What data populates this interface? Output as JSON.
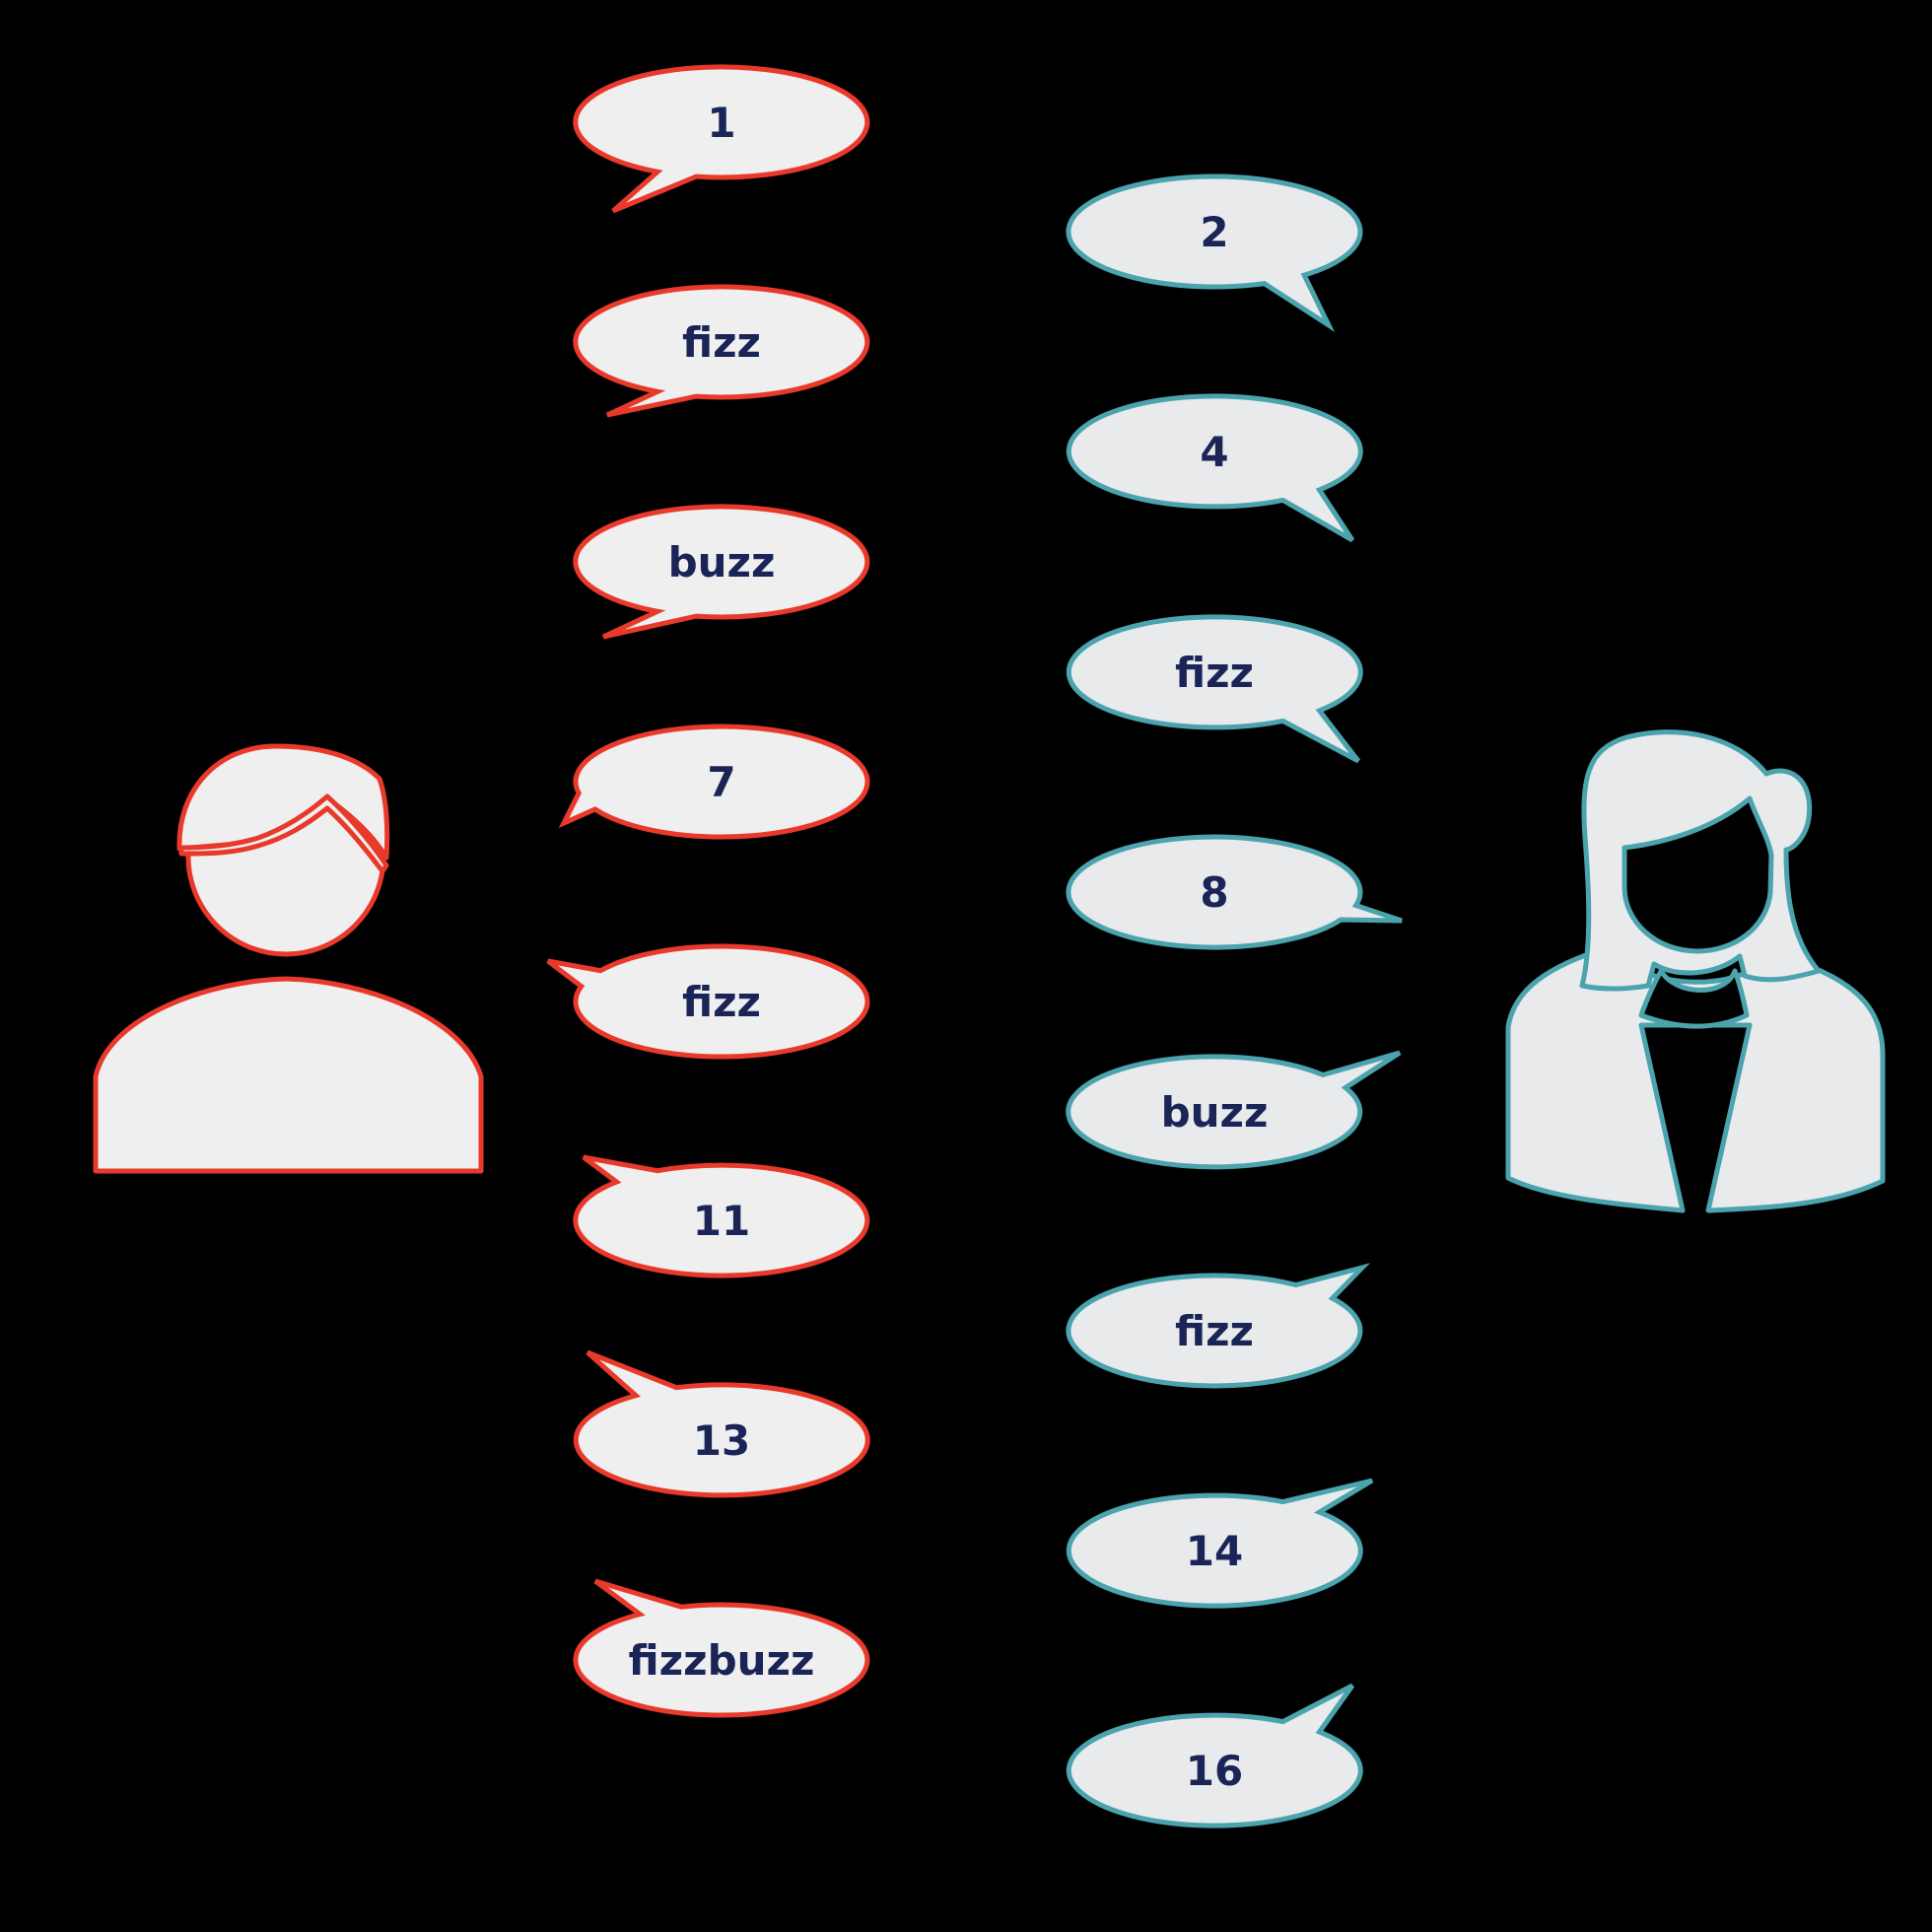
{
  "colors": {
    "background": "#000000",
    "left_speaker_stroke": "#e8392b",
    "right_speaker_stroke": "#4aa3ad",
    "bubble_fill": "#efefef",
    "right_bubble_fill": "#e8eaec",
    "text": "#1a2456"
  },
  "left_speaker": {
    "icon": "man-person-icon",
    "bubbles": [
      {
        "text": "1"
      },
      {
        "text": "fizz"
      },
      {
        "text": "buzz"
      },
      {
        "text": "7"
      },
      {
        "text": "fizz"
      },
      {
        "text": "11"
      },
      {
        "text": "13"
      },
      {
        "text": "fizzbuzz"
      }
    ]
  },
  "right_speaker": {
    "icon": "woman-person-icon",
    "bubbles": [
      {
        "text": "2"
      },
      {
        "text": "4"
      },
      {
        "text": "fizz"
      },
      {
        "text": "8"
      },
      {
        "text": "buzz"
      },
      {
        "text": "fizz"
      },
      {
        "text": "14"
      },
      {
        "text": "16"
      }
    ]
  }
}
